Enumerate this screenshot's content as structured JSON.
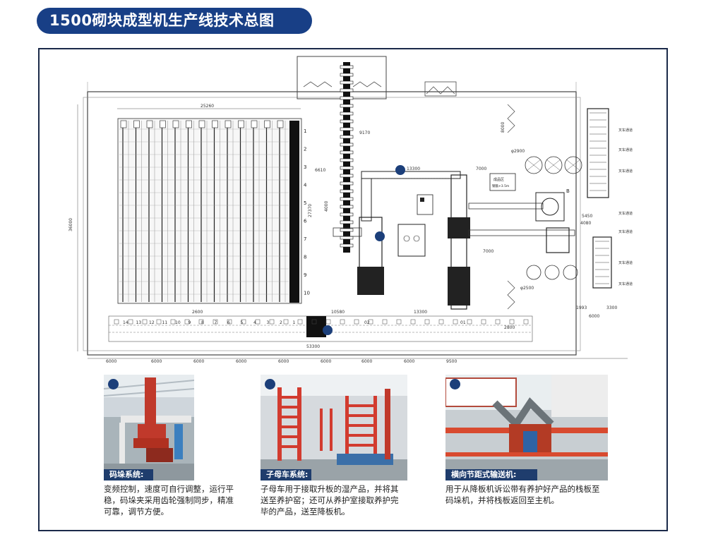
{
  "header": {
    "title": "1500砌块成型机生产线技术总图"
  },
  "drawing": {
    "dim_labels": {
      "top_width": "25260",
      "left_height": "36000",
      "bottom_total": "53300",
      "right_total": "6000",
      "mid_13300": "13300",
      "mid_10580": "10580",
      "mid_7000": "7000",
      "v_27370": "27370",
      "v_6610": "6610",
      "v_9170": "9170",
      "v_8000": "8000",
      "v_4000": "4000",
      "v_3300": "3300",
      "v_1993": "1993",
      "v_4080": "4080",
      "v_5450": "5450",
      "v_2600": "2600",
      "v_2800": "2800",
      "v_9500": "9500",
      "phi_2900": "φ2900",
      "phi_2500": "φ2500",
      "b_label": "B"
    },
    "bottom_dims": [
      "6000",
      "6000",
      "6000",
      "6000",
      "6000",
      "6000",
      "6000",
      "6000",
      "9500"
    ],
    "rack_rows": [
      "1",
      "2",
      "3",
      "4",
      "5",
      "6",
      "7",
      "8",
      "9",
      "10"
    ],
    "bottom_track_labels": [
      "14",
      "13",
      "12",
      "11",
      "10",
      "9",
      "8",
      "7",
      "6",
      "5",
      "4",
      "3",
      "2",
      "1",
      "02",
      "01"
    ],
    "sign_text": [
      "成品区",
      "钢筋+3.5m"
    ],
    "right_side_labels": [
      "叉车通道",
      "叉车通道",
      "叉车通道",
      "叉车通道",
      "叉车通道",
      "叉车通道",
      "叉车通道"
    ]
  },
  "panels": [
    {
      "caption": "码垛系统:",
      "description_lines": [
        "变频控制，速度可自行调整，运行平",
        "稳，码垛夹采用齿轮强制同步，精准",
        "可靠，调节方便。"
      ]
    },
    {
      "caption": "子母车系统:",
      "description_lines": [
        "子母车用于接取升板的湿产品，并将其",
        "送至养护窑；还可从养护室接取养护完",
        "毕的产品，送至降板机。"
      ]
    },
    {
      "caption": "横向节距式输送机:",
      "description_lines": [
        "用于从降板机诉讼带有养护好产品的栈板至",
        "码垛机，并将栈板返回至主机。"
      ]
    }
  ],
  "colors": {
    "title_bg": "#183f86",
    "caption_bg": "#1f3d6d",
    "marker": "#1c3f7a"
  }
}
